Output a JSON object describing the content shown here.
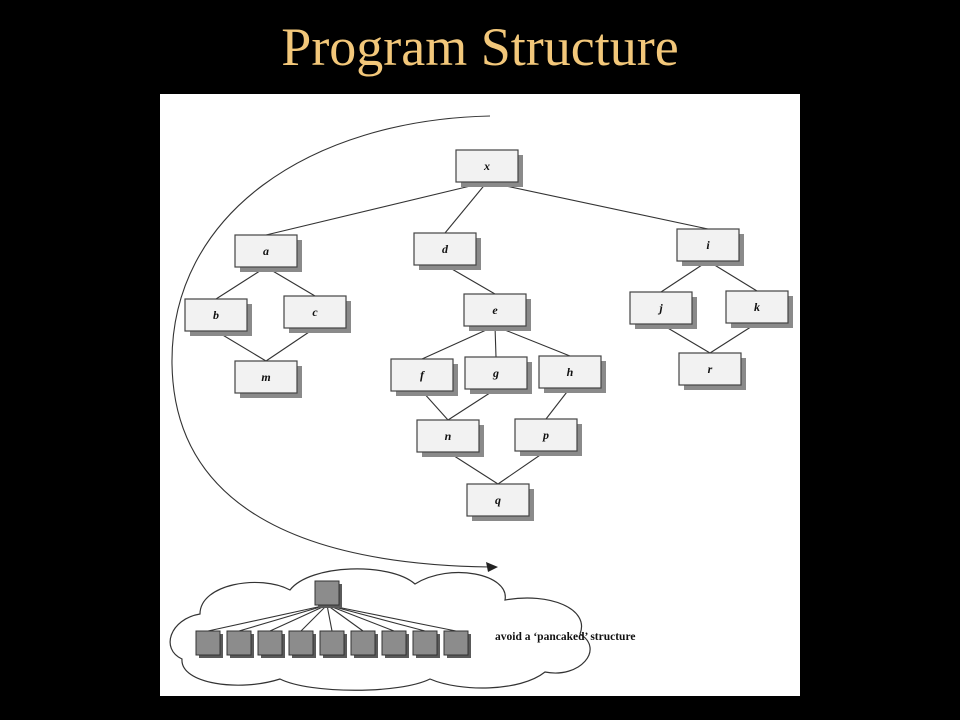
{
  "slide": {
    "title": "Program Structure"
  },
  "diagram": {
    "nodes": [
      {
        "id": "x",
        "label": "x"
      },
      {
        "id": "a",
        "label": "a"
      },
      {
        "id": "d",
        "label": "d"
      },
      {
        "id": "i",
        "label": "i"
      },
      {
        "id": "b",
        "label": "b"
      },
      {
        "id": "c",
        "label": "c"
      },
      {
        "id": "m",
        "label": "m"
      },
      {
        "id": "e",
        "label": "e"
      },
      {
        "id": "f",
        "label": "f"
      },
      {
        "id": "g",
        "label": "g"
      },
      {
        "id": "h",
        "label": "h"
      },
      {
        "id": "n",
        "label": "n"
      },
      {
        "id": "p",
        "label": "p"
      },
      {
        "id": "q",
        "label": "q"
      },
      {
        "id": "j",
        "label": "j"
      },
      {
        "id": "k",
        "label": "k"
      },
      {
        "id": "r",
        "label": "r"
      }
    ],
    "edges": [
      [
        "x",
        "a"
      ],
      [
        "x",
        "d"
      ],
      [
        "x",
        "i"
      ],
      [
        "a",
        "b"
      ],
      [
        "a",
        "c"
      ],
      [
        "b",
        "m"
      ],
      [
        "c",
        "m"
      ],
      [
        "d",
        "e"
      ],
      [
        "e",
        "f"
      ],
      [
        "e",
        "g"
      ],
      [
        "e",
        "h"
      ],
      [
        "f",
        "n"
      ],
      [
        "g",
        "n"
      ],
      [
        "h",
        "p"
      ],
      [
        "n",
        "q"
      ],
      [
        "p",
        "q"
      ],
      [
        "i",
        "j"
      ],
      [
        "i",
        "k"
      ],
      [
        "j",
        "r"
      ],
      [
        "k",
        "r"
      ]
    ],
    "caption": "avoid a ‘pancaked’ structure",
    "pancake_children_count": 9
  },
  "colors": {
    "background": "#000000",
    "title": "#f2c77a",
    "figure_background": "#ffffff"
  }
}
